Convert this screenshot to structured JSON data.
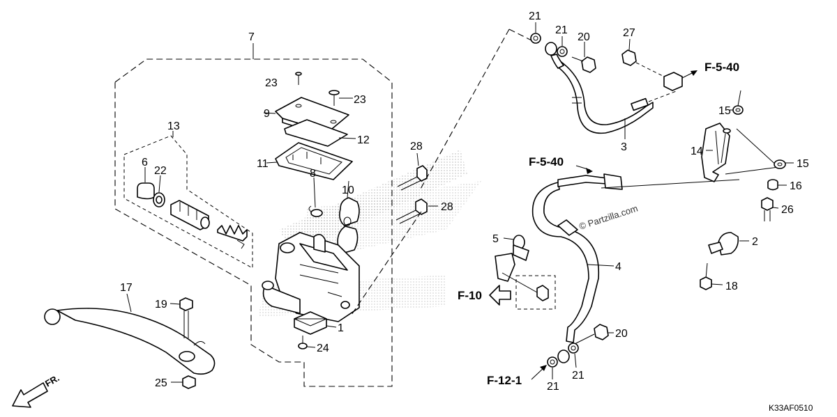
{
  "diagram": {
    "drawing_code": "K33AF0510",
    "watermark": "© Partzilla.com",
    "front_marker": "FR.",
    "references": {
      "f5_40_top": "F-5-40",
      "f5_40_mid": "F-5-40",
      "f10": "F-10",
      "f12_1": "F-12-1"
    },
    "callouts": {
      "p1": "1",
      "p2": "2",
      "p3": "3",
      "p4": "4",
      "p5": "5",
      "p6": "6",
      "p7": "7",
      "p8": "8",
      "p9": "9",
      "p10": "10",
      "p11": "11",
      "p12": "12",
      "p13": "13",
      "p14": "14",
      "p15a": "15",
      "p15b": "15",
      "p16": "16",
      "p17": "17",
      "p18": "18",
      "p19": "19",
      "p20a": "20",
      "p20b": "20",
      "p21a": "21",
      "p21b": "21",
      "p21c": "21",
      "p21d": "21",
      "p22": "22",
      "p23a": "23",
      "p23b": "23",
      "p24": "24",
      "p25": "25",
      "p26": "26",
      "p27": "27",
      "p28a": "28",
      "p28b": "28"
    }
  }
}
